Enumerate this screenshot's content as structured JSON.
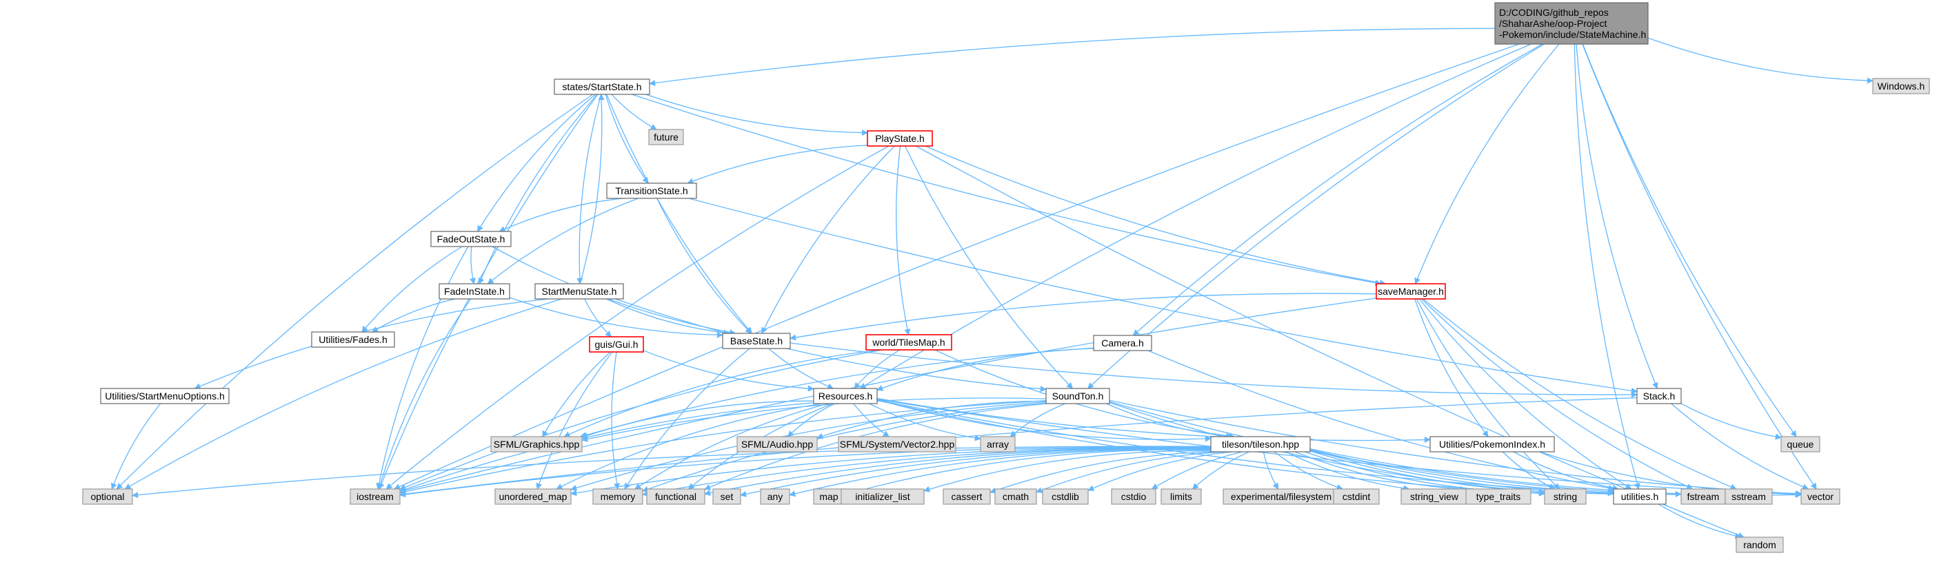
{
  "diagram": {
    "type": "include-dependency-graph",
    "colors": {
      "edge": "#63b8ff",
      "root_fill": "#999999",
      "local_fill": "#ffffff",
      "local_border": "#666666",
      "system_fill": "#e0e0e0",
      "system_border": "#999999",
      "truncated_border": "#ff0000"
    },
    "nodes": [
      {
        "id": "root",
        "lines": [
          "D:/CODING/github_repos",
          "/ShaharAshe/oop-Project",
          "-Pokemon/include/StateMachine.h"
        ],
        "kind": "root"
      },
      {
        "id": "windows",
        "lines": [
          "Windows.h"
        ],
        "kind": "system"
      },
      {
        "id": "startstate",
        "lines": [
          "states/StartState.h"
        ],
        "kind": "local"
      },
      {
        "id": "future",
        "lines": [
          "future"
        ],
        "kind": "system"
      },
      {
        "id": "playstate",
        "lines": [
          "PlayState.h"
        ],
        "kind": "truncated"
      },
      {
        "id": "transition",
        "lines": [
          "TransitionState.h"
        ],
        "kind": "local"
      },
      {
        "id": "fadeout",
        "lines": [
          "FadeOutState.h"
        ],
        "kind": "local"
      },
      {
        "id": "fadein",
        "lines": [
          "FadeInState.h"
        ],
        "kind": "local"
      },
      {
        "id": "startmenu",
        "lines": [
          "StartMenuState.h"
        ],
        "kind": "local"
      },
      {
        "id": "savemanager",
        "lines": [
          "saveManager.h"
        ],
        "kind": "truncated"
      },
      {
        "id": "fades",
        "lines": [
          "Utilities/Fades.h"
        ],
        "kind": "local"
      },
      {
        "id": "gui",
        "lines": [
          "guis/Gui.h"
        ],
        "kind": "truncated"
      },
      {
        "id": "basestate",
        "lines": [
          "BaseState.h"
        ],
        "kind": "local"
      },
      {
        "id": "tilesmap",
        "lines": [
          "world/TilesMap.h"
        ],
        "kind": "truncated"
      },
      {
        "id": "camera",
        "lines": [
          "Camera.h"
        ],
        "kind": "local"
      },
      {
        "id": "startmenuopts",
        "lines": [
          "Utilities/StartMenuOptions.h"
        ],
        "kind": "local"
      },
      {
        "id": "resources",
        "lines": [
          "Resources.h"
        ],
        "kind": "local"
      },
      {
        "id": "soundton",
        "lines": [
          "SoundTon.h"
        ],
        "kind": "local"
      },
      {
        "id": "stack",
        "lines": [
          "Stack.h"
        ],
        "kind": "local"
      },
      {
        "id": "sfmlgraphics",
        "lines": [
          "SFML/Graphics.hpp"
        ],
        "kind": "system"
      },
      {
        "id": "sfmlaudio",
        "lines": [
          "SFML/Audio.hpp"
        ],
        "kind": "system"
      },
      {
        "id": "sfmlvector",
        "lines": [
          "SFML/System/Vector2.hpp"
        ],
        "kind": "system"
      },
      {
        "id": "array",
        "lines": [
          "array"
        ],
        "kind": "system"
      },
      {
        "id": "tileson",
        "lines": [
          "tileson/tileson.hpp"
        ],
        "kind": "local"
      },
      {
        "id": "pokemonindex",
        "lines": [
          "Utilities/PokemonIndex.h"
        ],
        "kind": "local"
      },
      {
        "id": "queue",
        "lines": [
          "queue"
        ],
        "kind": "system"
      },
      {
        "id": "optional",
        "lines": [
          "optional"
        ],
        "kind": "system"
      },
      {
        "id": "iostream",
        "lines": [
          "iostream"
        ],
        "kind": "system"
      },
      {
        "id": "unordered_map",
        "lines": [
          "unordered_map"
        ],
        "kind": "system"
      },
      {
        "id": "memory",
        "lines": [
          "memory"
        ],
        "kind": "system"
      },
      {
        "id": "functional",
        "lines": [
          "functional"
        ],
        "kind": "system"
      },
      {
        "id": "set",
        "lines": [
          "set"
        ],
        "kind": "system"
      },
      {
        "id": "any",
        "lines": [
          "any"
        ],
        "kind": "system"
      },
      {
        "id": "map",
        "lines": [
          "map"
        ],
        "kind": "system"
      },
      {
        "id": "initializer_list",
        "lines": [
          "initializer_list"
        ],
        "kind": "system"
      },
      {
        "id": "cassert",
        "lines": [
          "cassert"
        ],
        "kind": "system"
      },
      {
        "id": "cmath",
        "lines": [
          "cmath"
        ],
        "kind": "system"
      },
      {
        "id": "cstdlib",
        "lines": [
          "cstdlib"
        ],
        "kind": "system"
      },
      {
        "id": "cstdio",
        "lines": [
          "cstdio"
        ],
        "kind": "system"
      },
      {
        "id": "limits",
        "lines": [
          "limits"
        ],
        "kind": "system"
      },
      {
        "id": "filesystem",
        "lines": [
          "experimental/filesystem"
        ],
        "kind": "system"
      },
      {
        "id": "cstdint",
        "lines": [
          "cstdint"
        ],
        "kind": "system"
      },
      {
        "id": "string_view",
        "lines": [
          "string_view"
        ],
        "kind": "system"
      },
      {
        "id": "type_traits",
        "lines": [
          "type_traits"
        ],
        "kind": "system"
      },
      {
        "id": "string",
        "lines": [
          "string"
        ],
        "kind": "system"
      },
      {
        "id": "utilities",
        "lines": [
          "utilities.h"
        ],
        "kind": "local"
      },
      {
        "id": "fstream",
        "lines": [
          "fstream"
        ],
        "kind": "system"
      },
      {
        "id": "sstream",
        "lines": [
          "sstream"
        ],
        "kind": "system"
      },
      {
        "id": "vector",
        "lines": [
          "vector"
        ],
        "kind": "system"
      },
      {
        "id": "random",
        "lines": [
          "random"
        ],
        "kind": "system"
      }
    ],
    "edges": [
      [
        "root",
        "startstate"
      ],
      [
        "root",
        "windows"
      ],
      [
        "root",
        "queue"
      ],
      [
        "root",
        "vector"
      ],
      [
        "root",
        "stack"
      ],
      [
        "root",
        "soundton"
      ],
      [
        "root",
        "camera"
      ],
      [
        "root",
        "savemanager"
      ],
      [
        "root",
        "resources"
      ],
      [
        "root",
        "iostream"
      ],
      [
        "root",
        "utilities"
      ],
      [
        "startstate",
        "future"
      ],
      [
        "startstate",
        "playstate"
      ],
      [
        "startstate",
        "transition"
      ],
      [
        "startstate",
        "fadeout"
      ],
      [
        "startstate",
        "fadein"
      ],
      [
        "startstate",
        "startmenu"
      ],
      [
        "startstate",
        "basestate"
      ],
      [
        "startstate",
        "savemanager"
      ],
      [
        "startstate",
        "iostream"
      ],
      [
        "startstate",
        "optional"
      ],
      [
        "playstate",
        "transition"
      ],
      [
        "playstate",
        "savemanager"
      ],
      [
        "playstate",
        "tilesmap"
      ],
      [
        "playstate",
        "basestate"
      ],
      [
        "playstate",
        "soundton"
      ],
      [
        "playstate",
        "iostream"
      ],
      [
        "playstate",
        "random"
      ],
      [
        "transition",
        "fadeout"
      ],
      [
        "transition",
        "fadein"
      ],
      [
        "transition",
        "basestate"
      ],
      [
        "transition",
        "stack"
      ],
      [
        "fadeout",
        "fadein"
      ],
      [
        "fadeout",
        "fades"
      ],
      [
        "fadeout",
        "basestate"
      ],
      [
        "fadeout",
        "iostream"
      ],
      [
        "fadein",
        "fades"
      ],
      [
        "fadein",
        "basestate"
      ],
      [
        "fadein",
        "iostream"
      ],
      [
        "startmenu",
        "startstate"
      ],
      [
        "startmenu",
        "gui"
      ],
      [
        "startmenu",
        "basestate"
      ],
      [
        "startmenu",
        "startmenuopts"
      ],
      [
        "startmenu",
        "optional"
      ],
      [
        "startmenu",
        "soundton"
      ],
      [
        "savemanager",
        "basestate"
      ],
      [
        "savemanager",
        "pokemonindex"
      ],
      [
        "savemanager",
        "iostream"
      ],
      [
        "savemanager",
        "fstream"
      ],
      [
        "savemanager",
        "sstream"
      ],
      [
        "savemanager",
        "string"
      ],
      [
        "savemanager",
        "utilities"
      ],
      [
        "gui",
        "resources"
      ],
      [
        "gui",
        "sfmlgraphics"
      ],
      [
        "gui",
        "memory"
      ],
      [
        "gui",
        "unordered_map"
      ],
      [
        "basestate",
        "resources"
      ],
      [
        "basestate",
        "memory"
      ],
      [
        "basestate",
        "stack"
      ],
      [
        "tilesmap",
        "resources"
      ],
      [
        "tilesmap",
        "tileson"
      ],
      [
        "tilesmap",
        "sfmlgraphics"
      ],
      [
        "tilesmap",
        "iostream"
      ],
      [
        "camera",
        "resources"
      ],
      [
        "camera",
        "sfmlgraphics"
      ],
      [
        "camera",
        "utilities"
      ],
      [
        "startmenuopts",
        "optional"
      ],
      [
        "resources",
        "sfmlgraphics"
      ],
      [
        "resources",
        "sfmlaudio"
      ],
      [
        "resources",
        "sfmlvector"
      ],
      [
        "resources",
        "array"
      ],
      [
        "resources",
        "tileson"
      ],
      [
        "resources",
        "pokemonindex"
      ],
      [
        "resources",
        "iostream"
      ],
      [
        "resources",
        "unordered_map"
      ],
      [
        "resources",
        "memory"
      ],
      [
        "resources",
        "functional"
      ],
      [
        "resources",
        "string"
      ],
      [
        "resources",
        "utilities"
      ],
      [
        "resources",
        "vector"
      ],
      [
        "soundton",
        "sfmlaudio"
      ],
      [
        "soundton",
        "sfmlgraphics"
      ],
      [
        "soundton",
        "array"
      ],
      [
        "soundton",
        "tileson"
      ],
      [
        "soundton",
        "iostream"
      ],
      [
        "soundton",
        "unordered_map"
      ],
      [
        "soundton",
        "memory"
      ],
      [
        "soundton",
        "functional"
      ],
      [
        "soundton",
        "string"
      ],
      [
        "soundton",
        "vector"
      ],
      [
        "soundton",
        "utilities"
      ],
      [
        "stack",
        "queue"
      ],
      [
        "stack",
        "vector"
      ],
      [
        "stack",
        "iostream"
      ],
      [
        "tileson",
        "optional"
      ],
      [
        "tileson",
        "iostream"
      ],
      [
        "tileson",
        "unordered_map"
      ],
      [
        "tileson",
        "memory"
      ],
      [
        "tileson",
        "functional"
      ],
      [
        "tileson",
        "set"
      ],
      [
        "tileson",
        "any"
      ],
      [
        "tileson",
        "map"
      ],
      [
        "tileson",
        "initializer_list"
      ],
      [
        "tileson",
        "cassert"
      ],
      [
        "tileson",
        "cmath"
      ],
      [
        "tileson",
        "cstdlib"
      ],
      [
        "tileson",
        "cstdio"
      ],
      [
        "tileson",
        "limits"
      ],
      [
        "tileson",
        "filesystem"
      ],
      [
        "tileson",
        "cstdint"
      ],
      [
        "tileson",
        "string_view"
      ],
      [
        "tileson",
        "type_traits"
      ],
      [
        "tileson",
        "string"
      ],
      [
        "tileson",
        "utilities"
      ],
      [
        "tileson",
        "fstream"
      ],
      [
        "tileson",
        "sstream"
      ],
      [
        "tileson",
        "vector"
      ],
      [
        "pokemonindex",
        "string"
      ],
      [
        "pokemonindex",
        "utilities"
      ],
      [
        "pokemonindex",
        "vector"
      ],
      [
        "utilities",
        "random"
      ]
    ]
  }
}
